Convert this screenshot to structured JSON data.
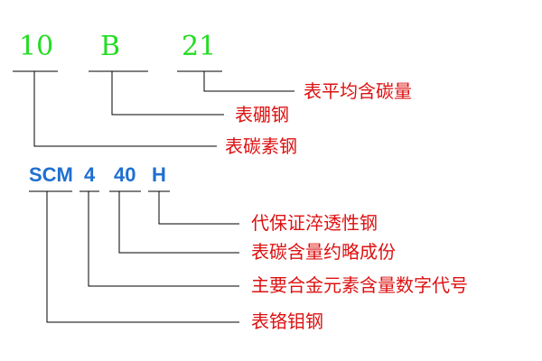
{
  "example1": {
    "codes": [
      "10",
      "B",
      "21"
    ],
    "labels": [
      "表平均含碳量",
      "表硼钢",
      "表碳素钢"
    ]
  },
  "example2": {
    "codes": [
      "SCM",
      "4",
      "40",
      "H"
    ],
    "labels": [
      "代保证淬透性钢",
      "表碳含量约略成份",
      "主要合金元素含量数字代号",
      "表铬钼钢"
    ]
  },
  "colors": {
    "code1": "#22dd22",
    "code2": "#1f6fd0",
    "label": "#dd1111",
    "line": "#000000"
  }
}
